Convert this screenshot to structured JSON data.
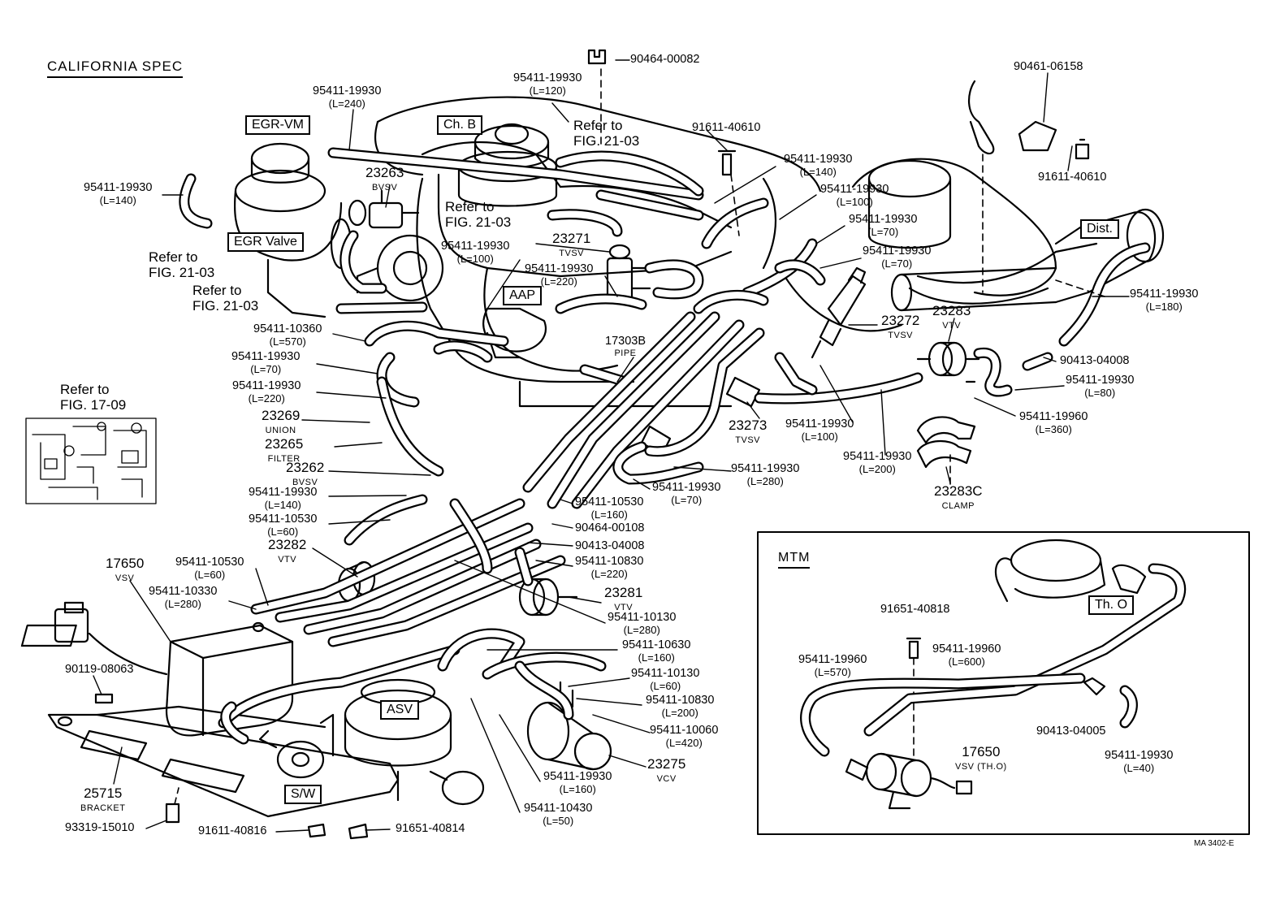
{
  "title": "CALIFORNIA SPEC",
  "drawing_code": "MA 3402-E",
  "inset": {
    "title": "MTM"
  },
  "boxed_labels": {
    "egr_vm": "EGR-VM",
    "ch_b": "Ch. B",
    "egr_valve": "EGR Valve",
    "aap": "AAP",
    "dist": "Dist.",
    "asv": "ASV",
    "sw": "S/W",
    "th_o": "Th. O"
  },
  "references": {
    "refer_to": "Refer to",
    "fig_21_03": "FIG. 21-03",
    "fig_17_09": "FIG. 17-09"
  },
  "parts": [
    {
      "no": "90464-00082",
      "desc": ""
    },
    {
      "no": "95411-19930",
      "desc": "(L=120)"
    },
    {
      "no": "95411-19930",
      "desc": "(L=240)"
    },
    {
      "no": "90461-06158",
      "desc": ""
    },
    {
      "no": "91611-40610",
      "desc": ""
    },
    {
      "no": "91611-40610",
      "desc": ""
    },
    {
      "no": "95411-19930",
      "desc": "(L=140)"
    },
    {
      "no": "95411-19930",
      "desc": "(L=140)"
    },
    {
      "no": "23263",
      "desc": "BVSV"
    },
    {
      "no": "95411-19930",
      "desc": "(L=100)"
    },
    {
      "no": "95411-19930",
      "desc": "(L=70)"
    },
    {
      "no": "95411-19930",
      "desc": "(L=70)"
    },
    {
      "no": "23271",
      "desc": "TVSV"
    },
    {
      "no": "95411-19930",
      "desc": "(L=100)"
    },
    {
      "no": "95411-19930",
      "desc": "(L=220)"
    },
    {
      "no": "95411-19930",
      "desc": "(L=180)"
    },
    {
      "no": "95411-10360",
      "desc": "(L=570)"
    },
    {
      "no": "23272",
      "desc": "TVSV"
    },
    {
      "no": "23283",
      "desc": "VTV"
    },
    {
      "no": "17303B",
      "desc": "PIPE"
    },
    {
      "no": "95411-19930",
      "desc": "(L=70)"
    },
    {
      "no": "90413-04008",
      "desc": ""
    },
    {
      "no": "95411-19930",
      "desc": "(L=80)"
    },
    {
      "no": "95411-19930",
      "desc": "(L=220)"
    },
    {
      "no": "95411-19960",
      "desc": "(L=360)"
    },
    {
      "no": "23269",
      "desc": "UNION"
    },
    {
      "no": "23273",
      "desc": "TVSV"
    },
    {
      "no": "95411-19930",
      "desc": "(L=100)"
    },
    {
      "no": "95411-19930",
      "desc": "(L=200)"
    },
    {
      "no": "23265",
      "desc": "FILTER"
    },
    {
      "no": "23262",
      "desc": "BVSV"
    },
    {
      "no": "95411-19930",
      "desc": "(L=280)"
    },
    {
      "no": "23283C",
      "desc": "CLAMP"
    },
    {
      "no": "95411-19930",
      "desc": "(L=70)"
    },
    {
      "no": "95411-19930",
      "desc": "(L=140)"
    },
    {
      "no": "95411-10530",
      "desc": "(L=160)"
    },
    {
      "no": "95411-10530",
      "desc": "(L=60)"
    },
    {
      "no": "90464-00108",
      "desc": ""
    },
    {
      "no": "23282",
      "desc": "VTV"
    },
    {
      "no": "90413-04008",
      "desc": ""
    },
    {
      "no": "17650",
      "desc": "VSV"
    },
    {
      "no": "95411-10530",
      "desc": "(L=60)"
    },
    {
      "no": "95411-10830",
      "desc": "(L=220)"
    },
    {
      "no": "95411-10330",
      "desc": "(L=280)"
    },
    {
      "no": "23281",
      "desc": "VTV"
    },
    {
      "no": "95411-10130",
      "desc": "(L=280)"
    },
    {
      "no": "95411-10630",
      "desc": "(L=160)"
    },
    {
      "no": "90119-08063",
      "desc": ""
    },
    {
      "no": "95411-10130",
      "desc": "(L=60)"
    },
    {
      "no": "95411-10830",
      "desc": "(L=200)"
    },
    {
      "no": "95411-10060",
      "desc": "(L=420)"
    },
    {
      "no": "23275",
      "desc": "VCV"
    },
    {
      "no": "95411-19930",
      "desc": "(L=160)"
    },
    {
      "no": "25715",
      "desc": "BRACKET"
    },
    {
      "no": "95411-10430",
      "desc": "(L=50)"
    },
    {
      "no": "93319-15010",
      "desc": ""
    },
    {
      "no": "91611-40816",
      "desc": ""
    },
    {
      "no": "91651-40814",
      "desc": ""
    },
    {
      "no": "91651-40818",
      "desc": ""
    },
    {
      "no": "95411-19960",
      "desc": "(L=570)"
    },
    {
      "no": "95411-19960",
      "desc": "(L=600)"
    },
    {
      "no": "90413-04005",
      "desc": ""
    },
    {
      "no": "17650",
      "desc": "VSV (TH.O)"
    },
    {
      "no": "95411-19930",
      "desc": "(L=40)"
    }
  ]
}
